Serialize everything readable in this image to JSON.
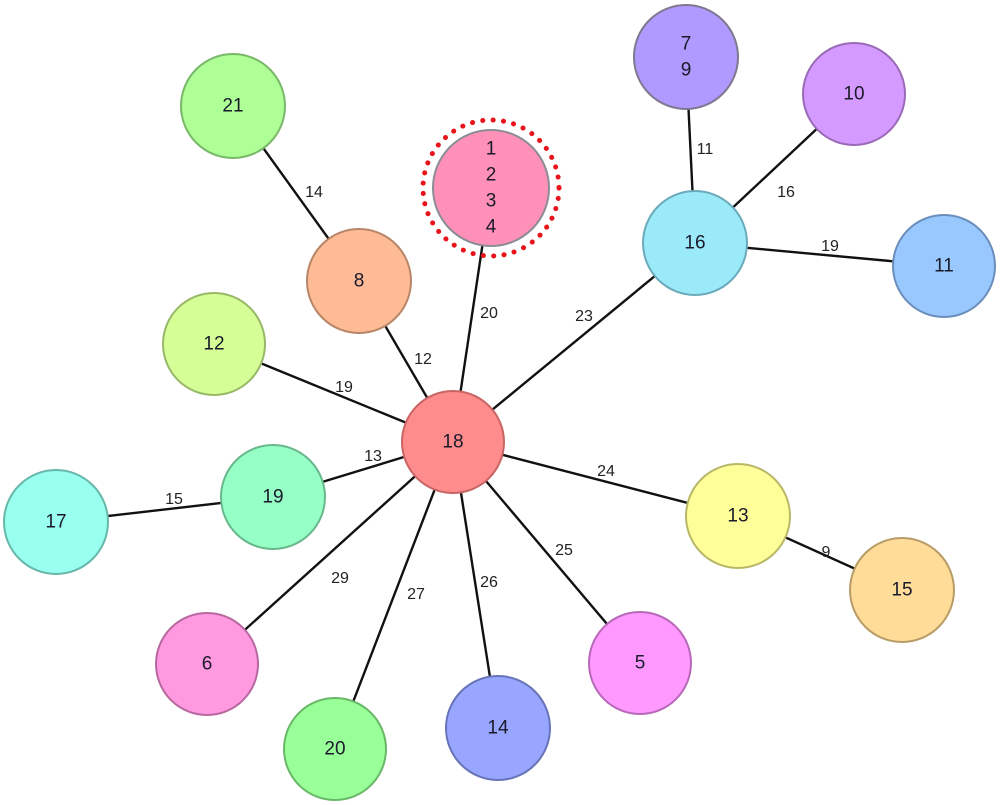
{
  "diagram": {
    "type": "minimum-spanning-tree",
    "nodes": [
      {
        "id": "18",
        "labels": [
          "18"
        ],
        "fill": "#FF8C8C",
        "stroke": "#C86464",
        "role": "center"
      },
      {
        "id": "1-2-3-4",
        "labels": [
          "1",
          "2",
          "3",
          "4"
        ],
        "fill": "#FF91B9",
        "stroke": "#8C8C96",
        "highlighted": true,
        "highlight_color": "#E8141C"
      },
      {
        "id": "7-9",
        "labels": [
          "7",
          "9"
        ],
        "fill": "#B09AFF",
        "stroke": "#7F7890"
      },
      {
        "id": "10",
        "labels": [
          "10"
        ],
        "fill": "#D59AFF",
        "stroke": "#9A6AB8"
      },
      {
        "id": "16",
        "labels": [
          "16"
        ],
        "fill": "#9BEAFA",
        "stroke": "#6AAABB"
      },
      {
        "id": "11",
        "labels": [
          "11"
        ],
        "fill": "#99C8FF",
        "stroke": "#6A8EBB"
      },
      {
        "id": "21",
        "labels": [
          "21"
        ],
        "fill": "#ADFF96",
        "stroke": "#78B868"
      },
      {
        "id": "8",
        "labels": [
          "8"
        ],
        "fill": "#FFBB96",
        "stroke": "#B88668"
      },
      {
        "id": "12",
        "labels": [
          "12"
        ],
        "fill": "#D5FF96",
        "stroke": "#98B868"
      },
      {
        "id": "19",
        "labels": [
          "19"
        ],
        "fill": "#96FFC6",
        "stroke": "#68B88C"
      },
      {
        "id": "17",
        "labels": [
          "17"
        ],
        "fill": "#99FFEE",
        "stroke": "#68B8AA"
      },
      {
        "id": "6",
        "labels": [
          "6"
        ],
        "fill": "#FF99E0",
        "stroke": "#B868A0"
      },
      {
        "id": "20",
        "labels": [
          "20"
        ],
        "fill": "#99FF99",
        "stroke": "#68B868"
      },
      {
        "id": "14",
        "labels": [
          "14"
        ],
        "fill": "#99A6FF",
        "stroke": "#6874B8"
      },
      {
        "id": "5",
        "labels": [
          "5"
        ],
        "fill": "#FF99FF",
        "stroke": "#B868B8"
      },
      {
        "id": "13",
        "labels": [
          "13"
        ],
        "fill": "#FFFF99",
        "stroke": "#B8B868"
      },
      {
        "id": "15",
        "labels": [
          "15"
        ],
        "fill": "#FFDD99",
        "stroke": "#B89C68"
      }
    ],
    "edges": [
      {
        "from": "21",
        "to": "8",
        "label": "14"
      },
      {
        "from": "8",
        "to": "18",
        "label": "12"
      },
      {
        "from": "1-2-3-4",
        "to": "18",
        "label": "20"
      },
      {
        "from": "12",
        "to": "18",
        "label": "19"
      },
      {
        "from": "19",
        "to": "18",
        "label": "13"
      },
      {
        "from": "17",
        "to": "19",
        "label": "15"
      },
      {
        "from": "6",
        "to": "18",
        "label": "29"
      },
      {
        "from": "20",
        "to": "18",
        "label": "27"
      },
      {
        "from": "14",
        "to": "18",
        "label": "26"
      },
      {
        "from": "5",
        "to": "18",
        "label": "25"
      },
      {
        "from": "13",
        "to": "18",
        "label": "24"
      },
      {
        "from": "15",
        "to": "13",
        "label": "9"
      },
      {
        "from": "16",
        "to": "18",
        "label": "23"
      },
      {
        "from": "7-9",
        "to": "16",
        "label": "11"
      },
      {
        "from": "10",
        "to": "16",
        "label": "16"
      },
      {
        "from": "11",
        "to": "16",
        "label": "19"
      }
    ]
  }
}
